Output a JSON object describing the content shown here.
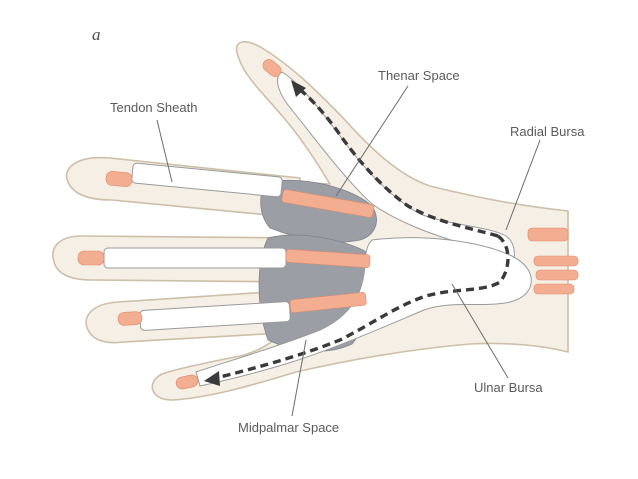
{
  "figure": {
    "panel_letter": "a",
    "labels": {
      "tendon_sheath": "Tendon Sheath",
      "thenar_space": "Thenar Space",
      "radial_bursa": "Radial Bursa",
      "ulnar_bursa": "Ulnar Bursa",
      "midpalmar_space": "Midpalmar Space"
    }
  },
  "colors": {
    "skin": "#f6efe6",
    "tendon": "#f3ad90",
    "space": "#9b9ea5",
    "sheath": "#ffffff",
    "flow_arrow": "#3a3a3a"
  }
}
